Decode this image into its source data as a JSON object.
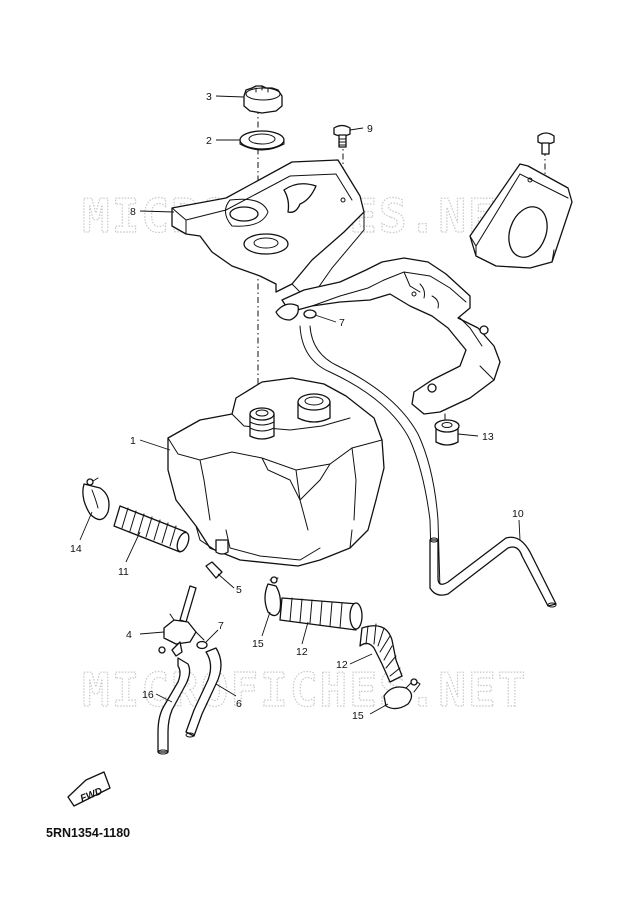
{
  "watermark": "MICROFICHES.NET",
  "diagram_code": "5RN1354-1180",
  "fwd_label": "FWD",
  "callouts": {
    "c1": "1",
    "c2": "2",
    "c3": "3",
    "c4": "4",
    "c5": "5",
    "c6": "6",
    "c7a": "7",
    "c7b": "7",
    "c8": "8",
    "c9": "9",
    "c10": "10",
    "c11": "11",
    "c12a": "12",
    "c12b": "12",
    "c13": "13",
    "c14": "14",
    "c15a": "15",
    "c15b": "15",
    "c16": "16"
  }
}
